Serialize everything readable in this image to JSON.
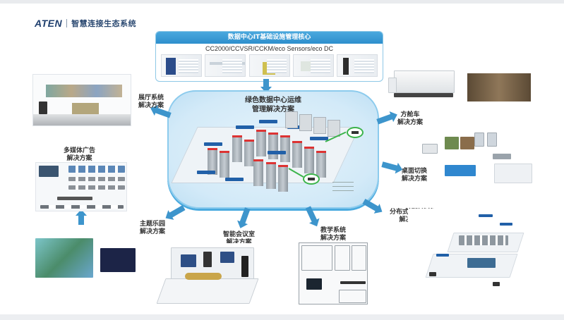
{
  "brand": {
    "logo": "ATEN",
    "title": "智慧连接生态系统"
  },
  "core": {
    "title": "数据中心IT基础设施管理核心",
    "products": "CC2000/CCVSR/CCKM/eco Sensors/eco DC",
    "screenshots": [
      "screenshot-1",
      "screenshot-2",
      "screenshot-3",
      "screenshot-4",
      "screenshot-5"
    ]
  },
  "hub": {
    "title_line1": "绿色数据中心运维",
    "title_line2": "管理解决方案"
  },
  "solutions": {
    "exhibition": {
      "line1": "展厅系统",
      "line2": "解决方案"
    },
    "multimedia": {
      "line1": "多媒体广告",
      "line2": "解决方案"
    },
    "theme_park": {
      "line1": "主题乐园",
      "line2": "解决方案"
    },
    "meeting_room": {
      "line1": "智能会议室",
      "line2": "解决方案"
    },
    "teaching": {
      "line1": "教学系统",
      "line2": "解决方案"
    },
    "matrix": {
      "line1": "分布式矩阵连接",
      "line2": "解决方案"
    },
    "desktop": {
      "line1": "桌面切换",
      "line2": "解决方案"
    },
    "vehicle": {
      "line1": "方舱车",
      "line2": "解决方案"
    }
  },
  "colors": {
    "accent": "#2e8fcd",
    "arrow": "#3d95cc",
    "brand": "#1f3f6e",
    "status_green": "#3cb44b"
  }
}
